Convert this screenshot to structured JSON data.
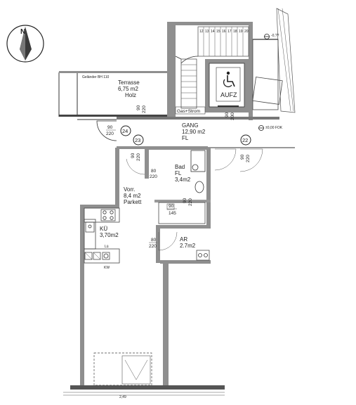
{
  "north_label": "N",
  "rooms": {
    "terrasse": {
      "name": "Terrasse",
      "area": "6,75 m2",
      "floor": "Holz"
    },
    "gang": {
      "name": "GANG",
      "area": "12,90 m2",
      "floor": "FL"
    },
    "bad": {
      "name": "Bad",
      "floor": "FL",
      "area": "3,4m2"
    },
    "vorr": {
      "name": "Vorr.",
      "area": "8,4 m2",
      "floor": "Parkett"
    },
    "kue": {
      "name": "KÜ",
      "area": "3,70m2"
    },
    "ar": {
      "name": "AR",
      "area": "2.7m2"
    }
  },
  "labels": {
    "gelander": "Geländer BH 110",
    "aufz": "AUFZ",
    "gas_strom": "Gas+Strom",
    "level_1": "-0,??",
    "level_2": "±0,00 FOK",
    "lue": "Lü",
    "kw": "KW",
    "dim_bottom": "2,49"
  },
  "door_numbers": [
    "23",
    "24",
    "22"
  ],
  "door_dims": [
    {
      "w": "90",
      "h": "220"
    },
    {
      "w": "90",
      "h": "220"
    },
    {
      "w": "90",
      "h": "220"
    },
    {
      "w": "80",
      "h": "220"
    },
    {
      "w": "80",
      "h": "220"
    },
    {
      "w": "90",
      "h": "200"
    },
    {
      "w": "90",
      "h": "145"
    },
    {
      "w": "90",
      "h": "220"
    },
    {
      "w": "90",
      "h": "220"
    }
  ],
  "stair_numbers": [
    "12",
    "13",
    "14",
    "15",
    "16",
    "17",
    "18",
    "19",
    "20"
  ]
}
